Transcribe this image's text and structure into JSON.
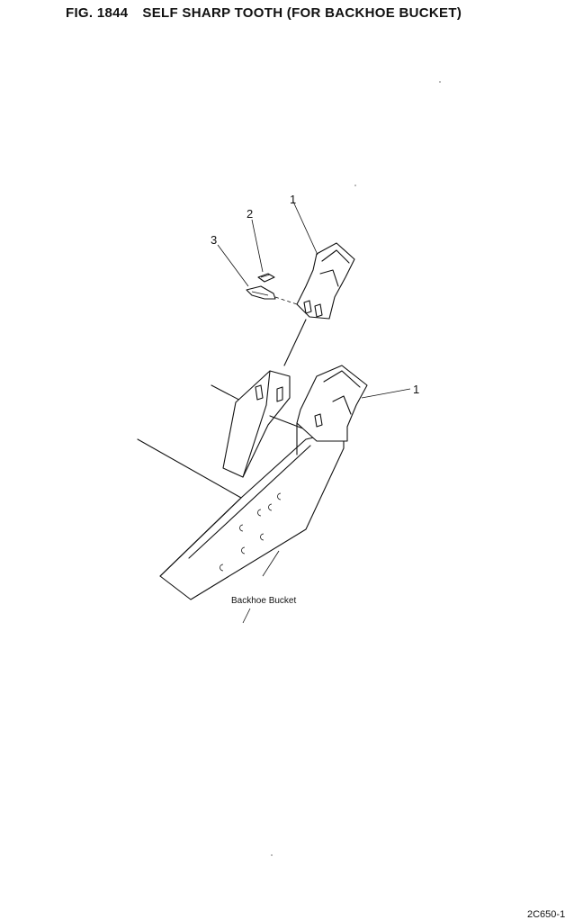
{
  "figure": {
    "number": "FIG. 1844",
    "title": "SELF SHARP TOOTH (FOR BACKHOE BUCKET)"
  },
  "callouts": [
    {
      "id": "1",
      "text": "1"
    },
    {
      "id": "2",
      "text": "2"
    },
    {
      "id": "3",
      "text": "3"
    },
    {
      "id": "1b",
      "text": "1"
    }
  ],
  "caption": "Backhoe Bucket",
  "corner_code": "2C650-1"
}
